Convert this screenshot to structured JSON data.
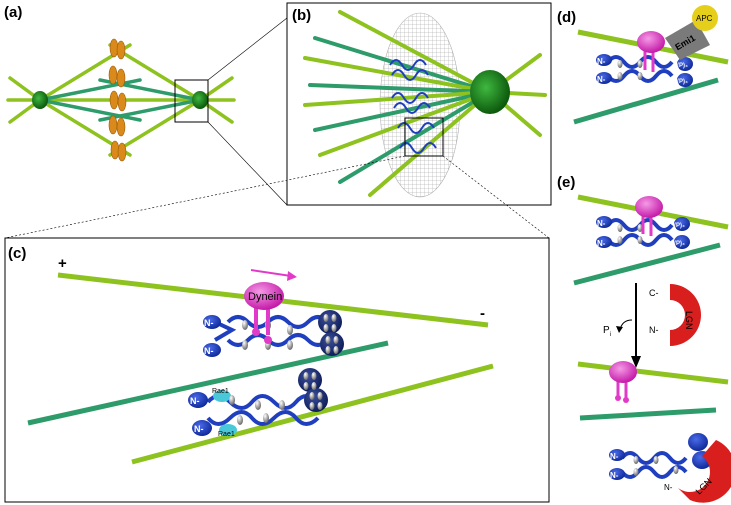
{
  "panels": {
    "a": "(a)",
    "b": "(b)",
    "c": "(c)",
    "d": "(d)",
    "e": "(e)"
  },
  "labels": {
    "plus": "+",
    "minus": "-",
    "dynein": "Dynein",
    "rae1_top": "Rae1",
    "rae1_bottom": "Rae1",
    "n_term": "N-",
    "c_term": "C-",
    "apc": "APC",
    "emi1": "Emi1",
    "p4": "(P)₄",
    "lgn": "LGN",
    "pi": "P",
    "pi_sub": "i"
  },
  "colors": {
    "light_green_mt": "#8ec21f",
    "dark_green_mt": "#2e9b6a",
    "pole_green": "#1e7a1e",
    "chromosome": "#d98a1a",
    "nuap_blue": "#1f3fbf",
    "dynein_magenta": "#e23ac8",
    "lgn_red": "#d91e1e",
    "apc_yellow": "#e6cf1a",
    "emi1_gray": "#7a7a7a",
    "rae1_cyan": "#48c8d8"
  }
}
